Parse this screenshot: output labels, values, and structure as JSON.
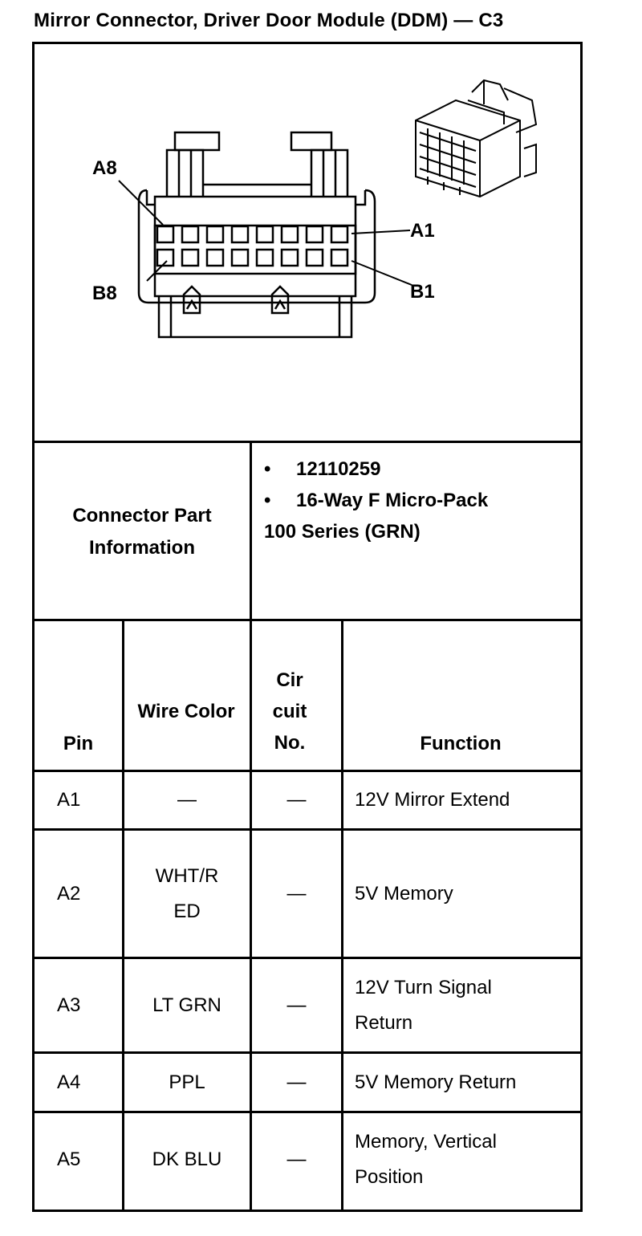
{
  "title": "Mirror Connector, Driver Door Module (DDM) — C3",
  "diagram": {
    "labels": {
      "a8": "A8",
      "a1": "A1",
      "b8": "B8",
      "b1": "B1"
    }
  },
  "part_info": {
    "label": "Connector Part Information",
    "items": [
      "12110259",
      "16-Way F Micro-Pack"
    ],
    "extra": "100 Series (GRN)"
  },
  "table": {
    "headers": {
      "pin": "Pin",
      "wire_color": "Wire Color",
      "circuit": "Cir cuit No.",
      "function": "Function"
    },
    "rows": [
      {
        "pin": "A1",
        "wire": "—",
        "circuit": "—",
        "function": "12V Mirror Extend"
      },
      {
        "pin": "A2",
        "wire": "WHT/R ED",
        "circuit": "—",
        "function": "5V Memory"
      },
      {
        "pin": "A3",
        "wire": "LT GRN",
        "circuit": "—",
        "function": "12V Turn Signal Return"
      },
      {
        "pin": "A4",
        "wire": "PPL",
        "circuit": "—",
        "function": "5V Memory Return"
      },
      {
        "pin": "A5",
        "wire": "DK BLU",
        "circuit": "—",
        "function": "Memory, Vertical Position"
      }
    ]
  }
}
